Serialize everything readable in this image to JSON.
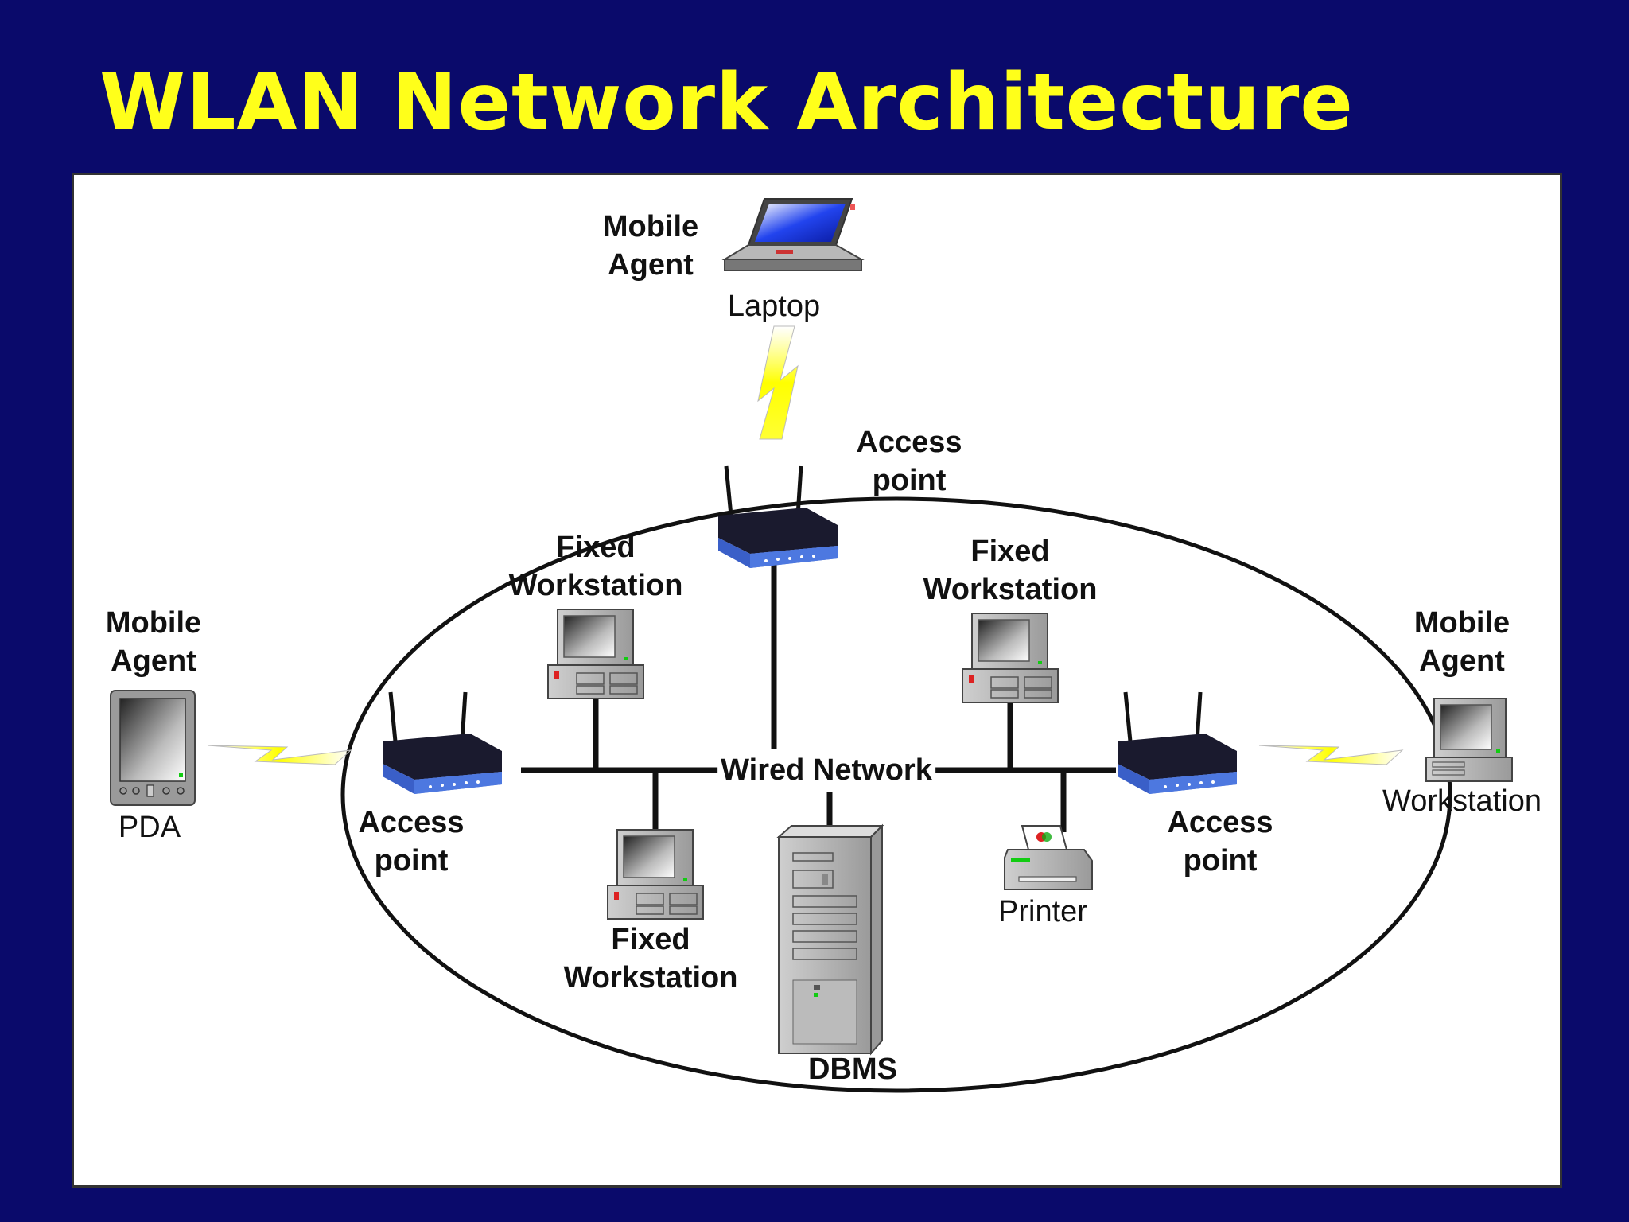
{
  "title": "WLAN Network Architecture",
  "diagram": {
    "mobile_laptop": {
      "role": "Mobile Agent",
      "role_line1": "Mobile",
      "role_line2": "Agent",
      "device": "Laptop"
    },
    "mobile_pda": {
      "role_line1": "Mobile",
      "role_line2": "Agent",
      "device": "PDA"
    },
    "mobile_workstation": {
      "role_line1": "Mobile",
      "role_line2": "Agent",
      "device": "Workstation"
    },
    "ap_top": {
      "line1": "Access",
      "line2": "point"
    },
    "ap_left": {
      "line1": "Access",
      "line2": "point"
    },
    "ap_right": {
      "line1": "Access",
      "line2": "point"
    },
    "fixed_ws_1": {
      "line1": "Fixed",
      "line2": "Workstation"
    },
    "fixed_ws_2": {
      "line1": "Fixed",
      "line2": "Workstation"
    },
    "fixed_ws_3": {
      "line1": "Fixed",
      "line2": "Workstation"
    },
    "wired_network": "Wired Network",
    "dbms": "DBMS",
    "printer": "Printer"
  },
  "colors": {
    "background": "#0a0a6b",
    "title": "#ffff1a",
    "router_blue": "#3a5fc8",
    "wireless_bolt": "#ffff33"
  }
}
